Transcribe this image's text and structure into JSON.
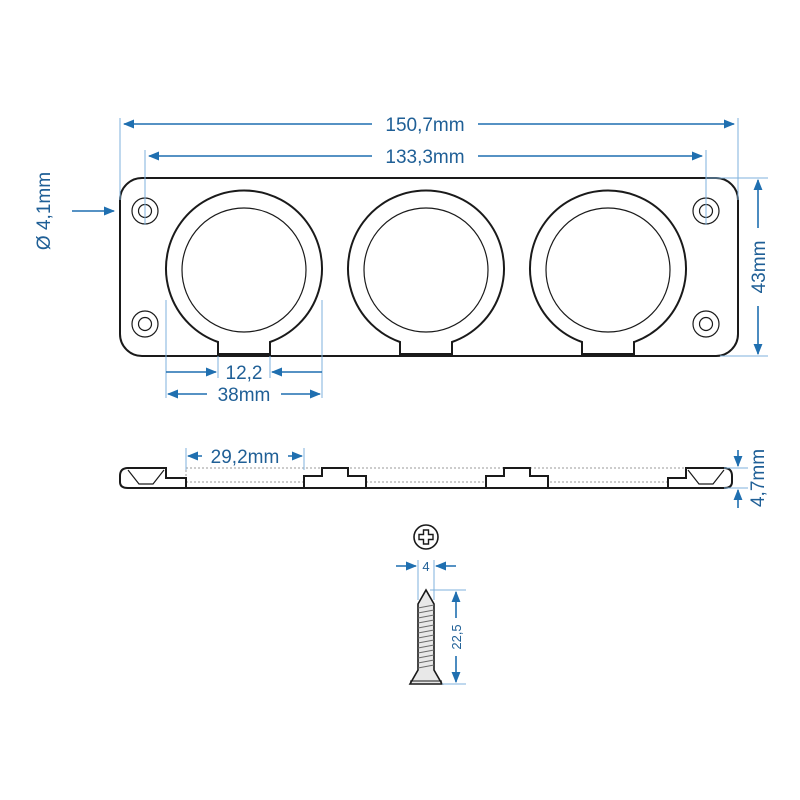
{
  "dimensions": {
    "overall_length": "150,7mm",
    "hole_spacing": "133,3mm",
    "hole_diameter": "Ø 4,1mm",
    "height": "43mm",
    "slot_width": "12,2",
    "socket_width": "38mm",
    "socket_pitch": "29,2mm",
    "thickness": "4,7mm",
    "screw_diameter": "4",
    "screw_length": "22,5"
  },
  "colors": {
    "dimension": "#1f6fb0",
    "outline": "#1a1a1a",
    "extension": "#7fb2dc"
  },
  "icons": {
    "screw_head": "phillips-screw-head-icon"
  }
}
